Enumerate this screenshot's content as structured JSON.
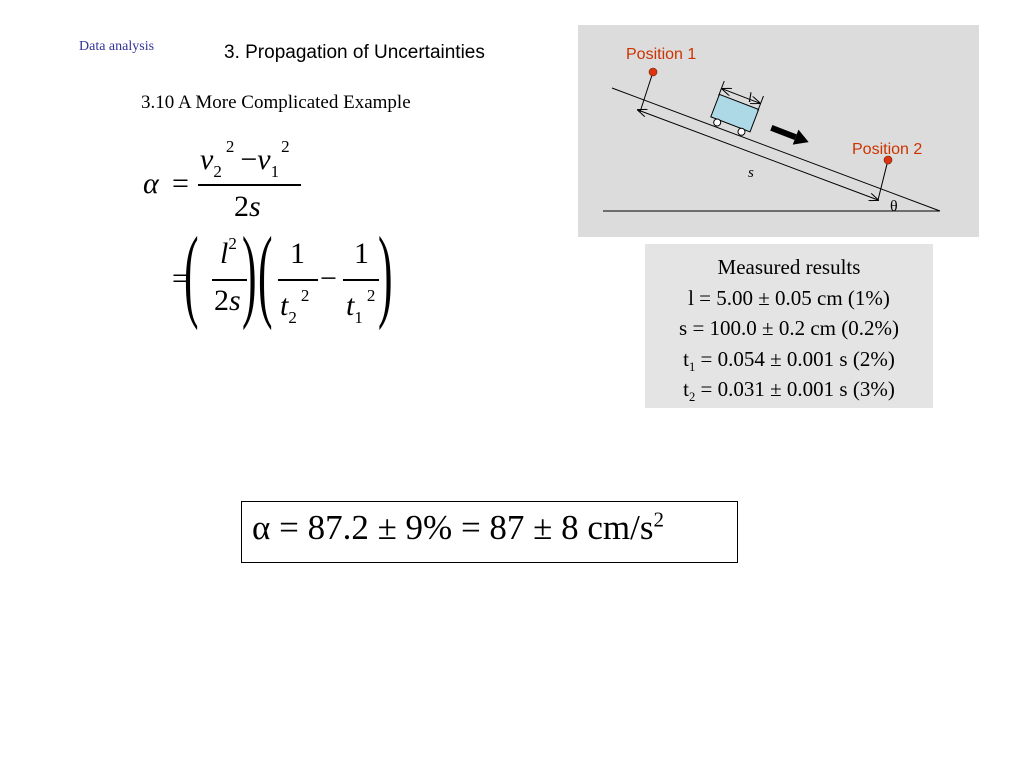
{
  "header": {
    "section_label": "Data analysis",
    "title": "3. Propagation of Uncertainties",
    "example_heading": "3.10 A More Complicated Example"
  },
  "equation": {
    "alpha": "α",
    "equals": "=",
    "v2": "v",
    "v2_sub": "2",
    "v2_sup": "2",
    "minus": "−",
    "v1": "v",
    "v1_sub": "1",
    "v1_sup": "2",
    "den_coef": "2",
    "s": "s",
    "l": "l",
    "l_sup": "2",
    "one": "1",
    "t2": "t",
    "t2_sub": "2",
    "t2_sup": "2",
    "t1": "t",
    "t1_sub": "1",
    "t1_sup": "2"
  },
  "diagram": {
    "position1": "Position 1",
    "position2": "Position 2",
    "length_label": "l",
    "distance_label": "s",
    "angle_label": "θ",
    "colors": {
      "position_text": "#cc3300",
      "position_marker": "#dd3311",
      "cart_fill": "#add8e6",
      "panel_bg": "#dcdcdc"
    }
  },
  "results": {
    "heading": "Measured results",
    "row1": {
      "var": "l",
      "value": " = 5.00 ± 0.05 cm (1%)"
    },
    "row2": {
      "var": "s",
      "value": " = 100.0 ± 0.2 cm (0.2%)"
    },
    "row3": {
      "var": "t",
      "sub": "1",
      "value": " = 0.054 ± 0.001 s (2%)"
    },
    "row4": {
      "var": "t",
      "sub": "2",
      "value": " = 0.031 ± 0.001 s (3%)"
    }
  },
  "final": {
    "text": "α = 87.2 ± 9% = 87 ± 8 cm/s",
    "sup": "2"
  }
}
